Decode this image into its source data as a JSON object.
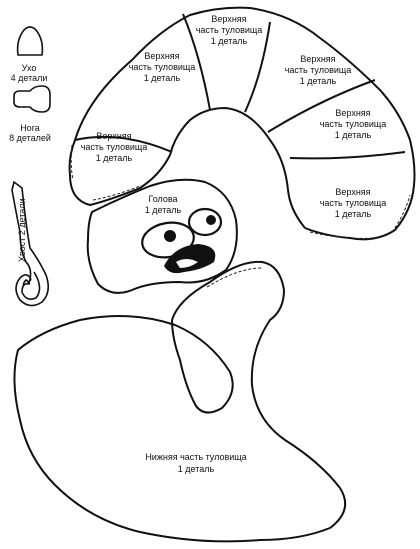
{
  "legend": {
    "ear": {
      "title": "Ухо",
      "count": "4 детали"
    },
    "leg": {
      "title": "Нога",
      "count": "8 деталей"
    },
    "tail": {
      "title": "Хвост 2 детали"
    }
  },
  "pieces": {
    "upper_body_1": {
      "title": "Верхняя",
      "subtitle": "часть туловища",
      "count": "1 деталь"
    },
    "upper_body_2": {
      "title": "Верхняя",
      "subtitle": "часть туловища",
      "count": "1 деталь"
    },
    "upper_body_3": {
      "title": "Верхняя",
      "subtitle": "часть туловища",
      "count": "1 деталь"
    },
    "upper_body_4": {
      "title": "Верхняя",
      "subtitle": "часть туловища",
      "count": "1 деталь"
    },
    "upper_body_5": {
      "title": "Верхняя",
      "subtitle": "часть туловища",
      "count": "1 деталь"
    },
    "upper_body_6": {
      "title": "Верхняя",
      "subtitle": "часть туловища",
      "count": "1 деталь"
    },
    "head": {
      "title": "Голова",
      "count": "1 деталь"
    },
    "lower_body": {
      "title": "Нижняя часть туловища",
      "count": "1 деталь"
    }
  }
}
